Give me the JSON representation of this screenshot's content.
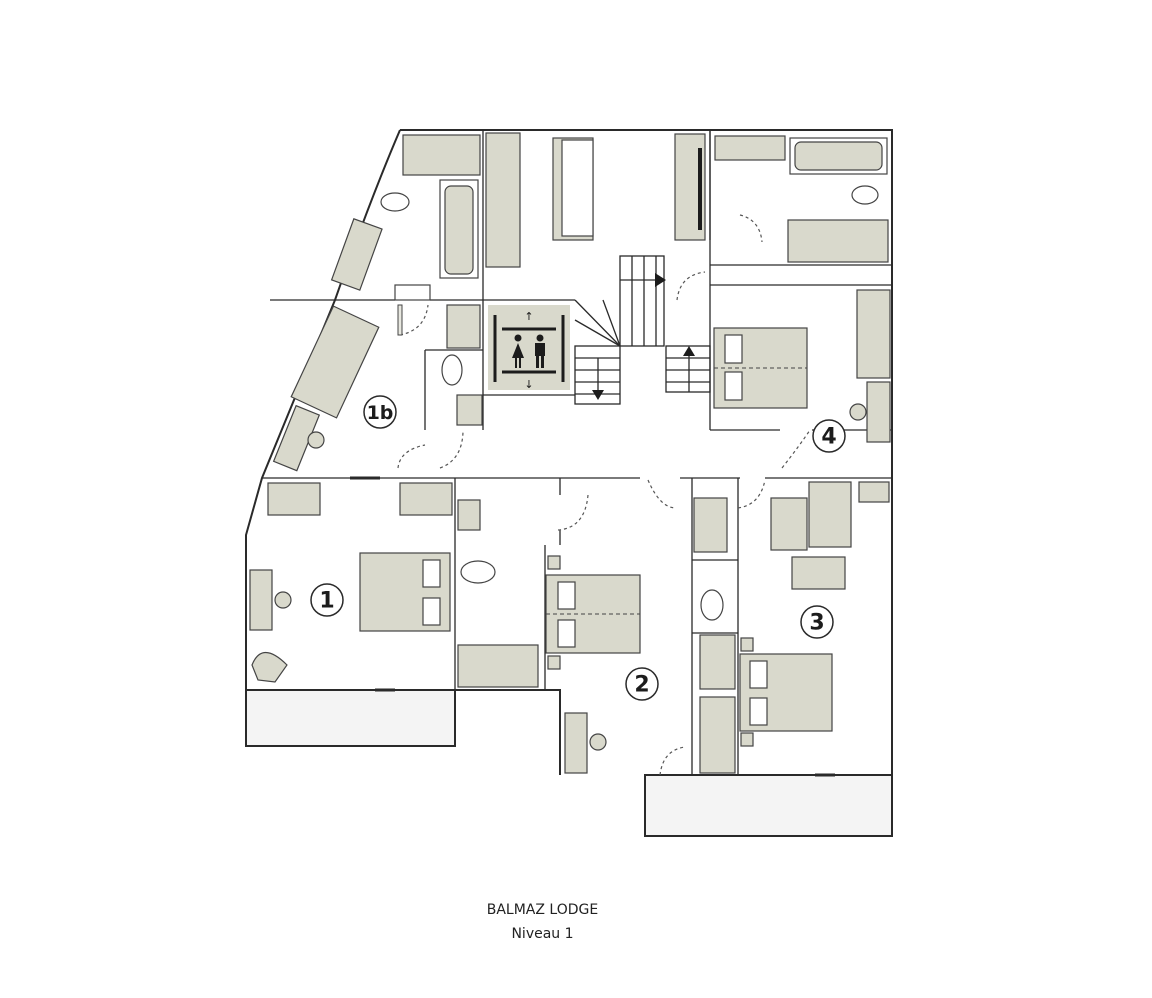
{
  "plan": {
    "title": "BALMAZ LODGE",
    "level": "Niveau 1",
    "rooms": [
      {
        "id": "1"
      },
      {
        "id": "1b"
      },
      {
        "id": "2"
      },
      {
        "id": "3"
      },
      {
        "id": "4"
      }
    ],
    "colors": {
      "wall": "#2a2a2a",
      "furniture": "#d9d9cc",
      "balcony": "#f4f4f4",
      "background": "#ffffff"
    }
  }
}
